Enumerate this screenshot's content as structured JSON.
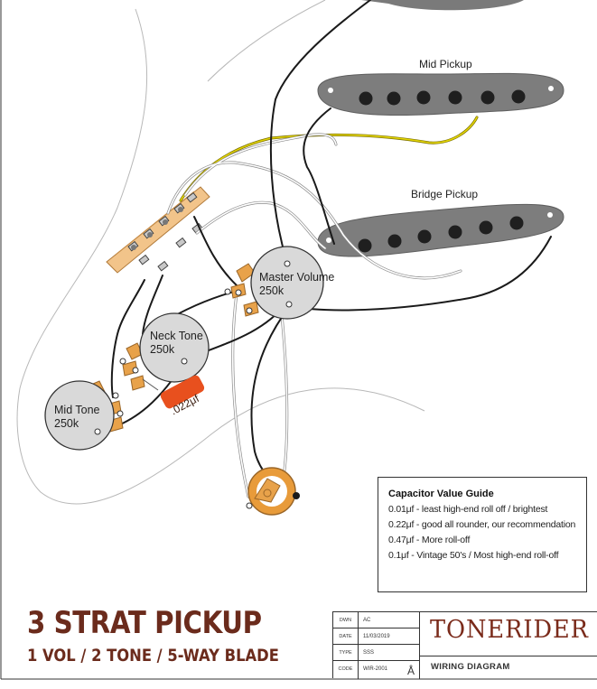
{
  "pickups": {
    "mid": {
      "label": "Mid Pickup"
    },
    "bridge": {
      "label": "Bridge Pickup"
    }
  },
  "pots": {
    "master_volume": {
      "name": "Master Volume",
      "value": "250k"
    },
    "neck_tone": {
      "name": "Neck Tone",
      "value": "250k"
    },
    "mid_tone": {
      "name": "Mid Tone",
      "value": "250k"
    }
  },
  "capacitor": {
    "label": ".022μf"
  },
  "capacitor_guide": {
    "title": "Capacitor Value Guide",
    "rows": [
      "0.01μf - least high-end roll off / brightest",
      "0.22μf - good all rounder, our recommendation",
      "0.47μf - More roll-off",
      "0.1μf - Vintage 50's / Most high-end roll-off"
    ]
  },
  "title": {
    "main": "3 STRAT PICKUP",
    "sub": "1 VOL / 2 TONE / 5-WAY BLADE"
  },
  "title_block": {
    "rows": [
      {
        "key": "DWN",
        "value": "AC"
      },
      {
        "key": "DATE",
        "value": "11/03/2019"
      },
      {
        "key": "TYPE",
        "value": "SSS"
      },
      {
        "key": "CODE",
        "value": "WIR-2001"
      }
    ],
    "brand": "TONERIDER",
    "footer": "WIRING DIAGRAM",
    "logo_glyph": "Å"
  },
  "colors": {
    "brand": "#7a2a1a",
    "pickup": "#7a7a7a",
    "pot": "#d9d9d9",
    "lug": "#e8a24a",
    "capacitor": "#e8501e",
    "wire_black": "#1a1a1a",
    "wire_yellow": "#d4c400",
    "wire_white": "#ffffff"
  }
}
